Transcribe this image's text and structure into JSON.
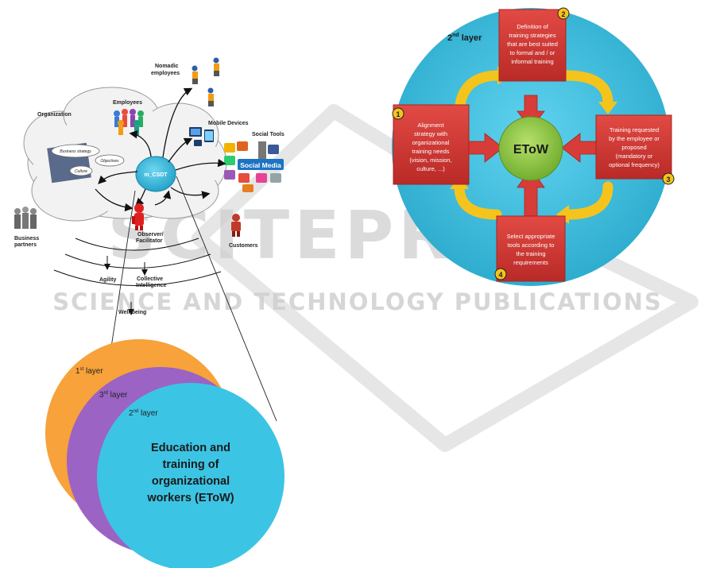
{
  "watermark": {
    "logo_text": "SCITEPRESS",
    "tagline": "SCIENCE AND TECHNOLOGY PUBLICATIONS"
  },
  "ecosystem": {
    "organization": "Organization",
    "employees": "Employees",
    "nomadic": [
      "Nomadic",
      "employees"
    ],
    "mobile_devices": "Mobile Devices",
    "social_tools": "Social Tools",
    "social_media": "Social Media",
    "business_strategy": "Business strategy",
    "objectives": "Objectives",
    "culture": "Culture",
    "hub": "m_CSDT",
    "observer": [
      "Observer/",
      "Facilitator"
    ],
    "business_partners": [
      "Business",
      "partners"
    ],
    "customers": "Customers",
    "agility": "Agility",
    "collective": [
      "Collective",
      "Intelligence"
    ],
    "wellbeing": "Well-being"
  },
  "layers": {
    "first": {
      "num": "1",
      "sup": "st",
      "word": " layer"
    },
    "third": {
      "num": "3",
      "sup": "rd",
      "word": " layer"
    },
    "second": {
      "num": "2",
      "sup": "nd",
      "word": " layer"
    },
    "center_lines": [
      "Education and",
      "training of",
      "organizational",
      "workers (EToW)"
    ]
  },
  "cycle": {
    "title": {
      "num": "2",
      "sup": "nd",
      "word": " layer"
    },
    "center": "EToW",
    "steps": [
      {
        "num": "1",
        "lines": [
          "Alignment",
          "strategy with",
          "organizational",
          "training needs",
          "(vision, mission,",
          "culture, ...)"
        ]
      },
      {
        "num": "2",
        "lines": [
          "Definition of",
          "training strategies",
          "that are best suited",
          "to formal and / or",
          "informal training"
        ]
      },
      {
        "num": "3",
        "lines": [
          "Training requested",
          "by the employee or",
          "proposed",
          "(mandatory or",
          "optional frequency)"
        ]
      },
      {
        "num": "4",
        "lines": [
          "Select appropriate",
          "tools according to",
          "the training",
          "requirements"
        ]
      }
    ]
  },
  "colors": {
    "cyan": "#3cc4e4",
    "purple": "#9b63c4",
    "orange": "#f7a23a",
    "red_box": "#d83c38",
    "green": "#8cc83e",
    "yellow": "#f5c41c"
  }
}
